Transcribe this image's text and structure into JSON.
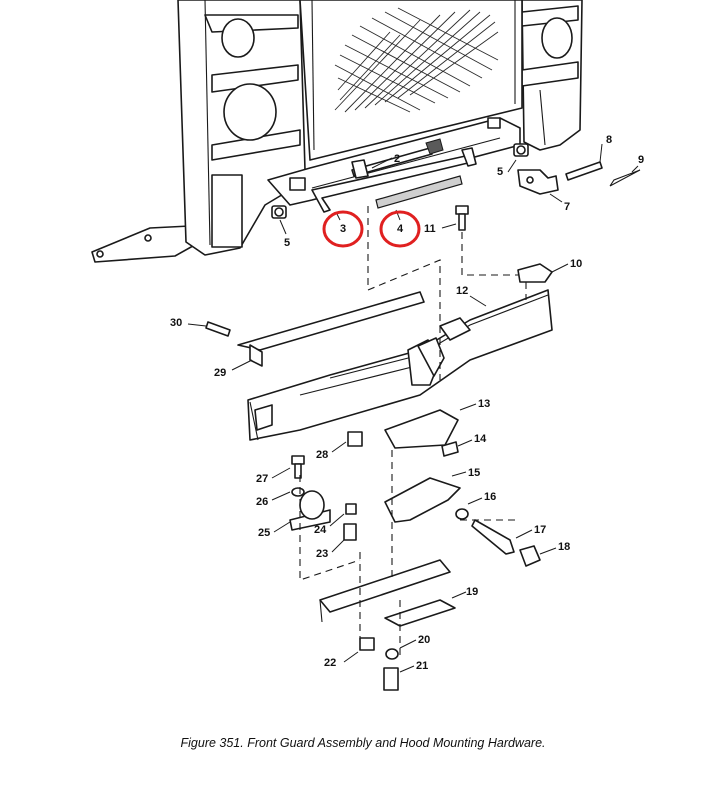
{
  "figure": {
    "caption": "Figure 351.  Front Guard Assembly and Hood Mounting Hardware."
  },
  "callouts": [
    "2",
    "3",
    "4",
    "5",
    "5",
    "7",
    "8",
    "9",
    "10",
    "11",
    "12",
    "13",
    "14",
    "15",
    "16",
    "17",
    "18",
    "19",
    "20",
    "21",
    "22",
    "23",
    "24",
    "25",
    "26",
    "27",
    "28",
    "29",
    "30"
  ],
  "highlighted_callouts": [
    "3",
    "4"
  ],
  "colors": {
    "highlight": "#e02020",
    "ink": "#1a1a1a"
  }
}
